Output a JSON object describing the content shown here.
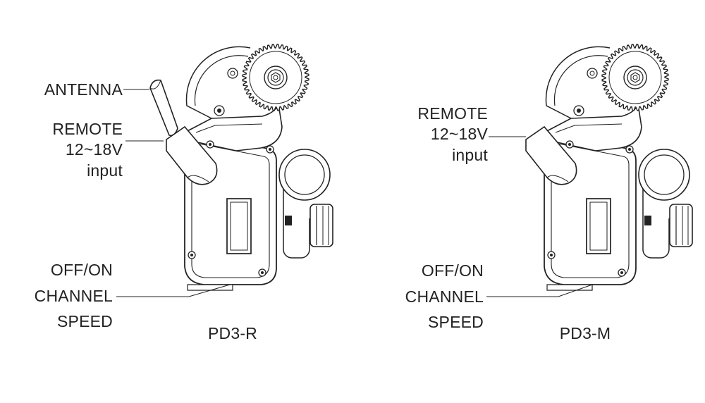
{
  "units": [
    {
      "model": "PD3-R",
      "labels": {
        "antenna": "ANTENNA",
        "remote": "REMOTE",
        "voltage": "12~18V",
        "input": "input",
        "off_on": "OFF/ON",
        "channel": "CHANNEL",
        "speed": "SPEED"
      }
    },
    {
      "model": "PD3-M",
      "labels": {
        "remote": "REMOTE",
        "voltage": "12~18V",
        "input": "input",
        "off_on": "OFF/ON",
        "channel": "CHANNEL",
        "speed": "SPEED"
      }
    }
  ],
  "colors": {
    "line": "#222222",
    "background": "#ffffff"
  }
}
